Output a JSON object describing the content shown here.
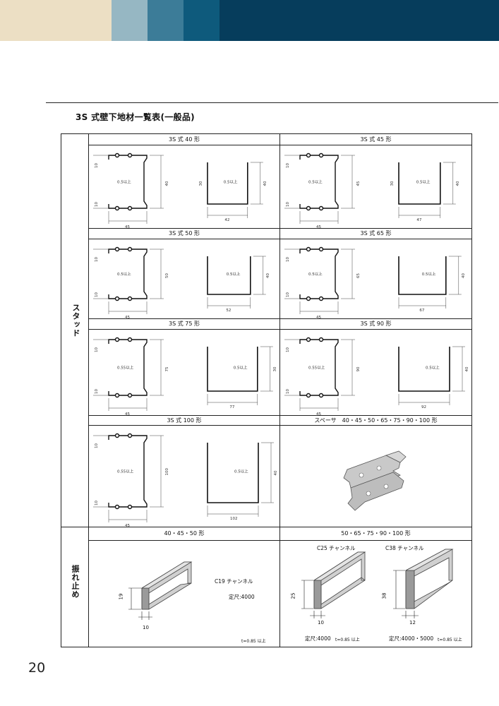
{
  "header_colors": [
    "#ecdfc4",
    "#96b7c3",
    "#3c7c98",
    "#0e5a7c",
    "#063d5c"
  ],
  "title": "3S 式壁下地材一覧表(一般品)",
  "page_number": "20",
  "stud_section_label": "スタッド",
  "brace_section_label": "振れ止め",
  "studs": [
    {
      "name": "3S 式 40 形",
      "flange_top": "10",
      "flange_bot": "10",
      "web_label": "0.5以上",
      "height": "40",
      "width": "45",
      "ch_height": "30",
      "ch_inner": "0.5以上",
      "ch_h2": "40",
      "ch_width": "42"
    },
    {
      "name": "3S 式 45 形",
      "flange_top": "10",
      "flange_bot": "10",
      "web_label": "0.5以上",
      "height": "45",
      "width": "45",
      "ch_height": "30",
      "ch_inner": "0.5以上",
      "ch_h2": "40",
      "ch_width": "47"
    },
    {
      "name": "3S 式 50 形",
      "flange_top": "10",
      "flange_bot": "10",
      "web_label": "0.5以上",
      "height": "50",
      "width": "45",
      "ch_height": "",
      "ch_inner": "0.5以上",
      "ch_h2": "40",
      "ch_width": "52"
    },
    {
      "name": "3S 式 65 形",
      "flange_top": "10",
      "flange_bot": "10",
      "web_label": "0.5以上",
      "height": "65",
      "width": "45",
      "ch_height": "",
      "ch_inner": "0.5以上",
      "ch_h2": "40",
      "ch_width": "67"
    },
    {
      "name": "3S 式 75 形",
      "flange_top": "10",
      "flange_bot": "10",
      "web_label": "0.55以上",
      "height": "75",
      "width": "45",
      "ch_height": "",
      "ch_inner": "0.5以上",
      "ch_h2": "30",
      "ch_width": "77"
    },
    {
      "name": "3S 式 90 形",
      "flange_top": "10",
      "flange_bot": "10",
      "web_label": "0.55以上",
      "height": "90",
      "width": "45",
      "ch_height": "",
      "ch_inner": "0.5以上",
      "ch_h2": "40",
      "ch_width": "92"
    },
    {
      "name": "3S 式 100 形",
      "flange_top": "10",
      "flange_bot": "10",
      "web_label": "0.55以上",
      "height": "100",
      "width": "45",
      "ch_height": "",
      "ch_inner": "0.5以上",
      "ch_h2": "40",
      "ch_width": "102"
    }
  ],
  "spacer_header": "スペーサ　40・45・50・65・75・90・100 形",
  "braces": {
    "left": {
      "header": "40・45・50 形",
      "name": "C19 チャンネル",
      "length": "定尺:4000",
      "height": "19",
      "width": "10",
      "thickness": "t=0.85 以上"
    },
    "right": {
      "header": "50・65・75・90・100 形",
      "c25": {
        "name": "C25 チャンネル",
        "height": "25",
        "width": "10",
        "length": "定尺:4000",
        "thickness": "t=0.85 以上"
      },
      "c38": {
        "name": "C38 チャンネル",
        "height": "38",
        "width": "12",
        "length": "定尺:4000・5000",
        "thickness": "t=0.85 以上"
      }
    }
  }
}
